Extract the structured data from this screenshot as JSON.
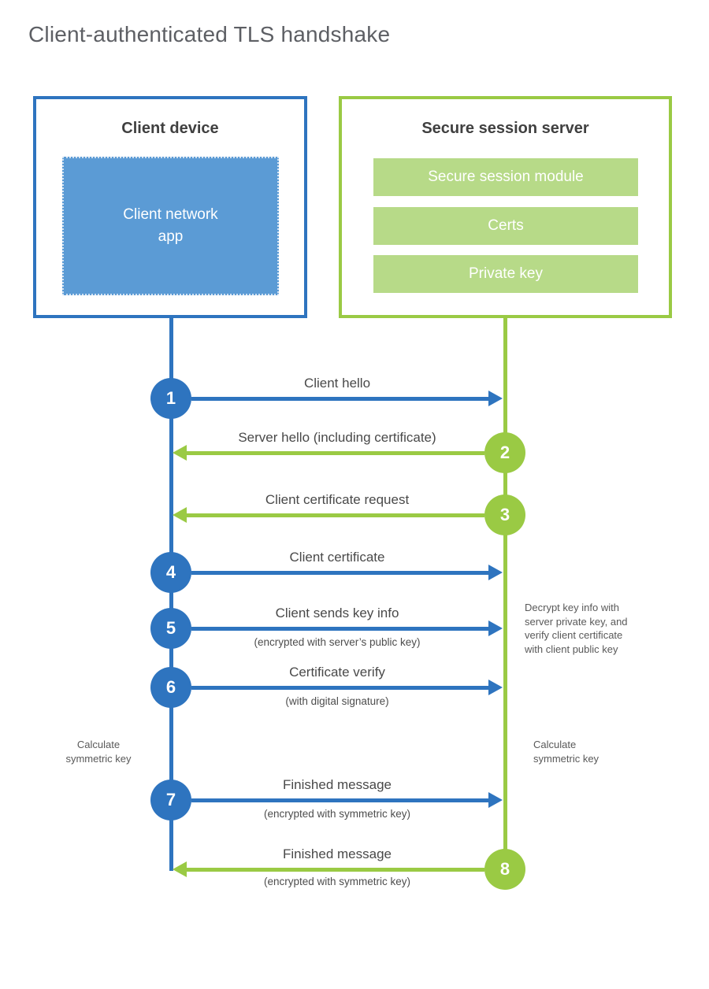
{
  "page_title": "Client-authenticated TLS handshake",
  "client": {
    "title": "Client device",
    "app": "Client network\napp"
  },
  "server": {
    "title": "Secure session server",
    "modules": [
      "Secure session module",
      "Certs",
      "Private key"
    ]
  },
  "steps": [
    {
      "num": "1",
      "label": "Client hello",
      "direction": "client-to-server"
    },
    {
      "num": "2",
      "label": "Server hello (including certificate)",
      "direction": "server-to-client"
    },
    {
      "num": "3",
      "label": "Client certificate request",
      "direction": "server-to-client"
    },
    {
      "num": "4",
      "label": "Client certificate",
      "direction": "client-to-server"
    },
    {
      "num": "5",
      "label": "Client sends key info",
      "sub": "(encrypted with server’s public key)",
      "direction": "client-to-server"
    },
    {
      "num": "6",
      "label": "Certificate verify",
      "sub": "(with digital signature)",
      "direction": "client-to-server"
    },
    {
      "num": "7",
      "label": "Finished message",
      "sub": "(encrypted with symmetric key)",
      "direction": "client-to-server"
    },
    {
      "num": "8",
      "label": "Finished message",
      "sub": "(encrypted with symmetric key)",
      "direction": "server-to-client"
    }
  ],
  "annotations": {
    "server_note": "Decrypt key info with\nserver private key, and\nverify client certificate\nwith client public key",
    "client_calc": "Calculate\nsymmetric key",
    "server_calc": "Calculate\nsymmetric key"
  },
  "colors": {
    "client_blue": "#2e74bf",
    "client_app_fill": "#5b9bd5",
    "server_green": "#9aca44",
    "server_module_fill": "#b7da88"
  }
}
